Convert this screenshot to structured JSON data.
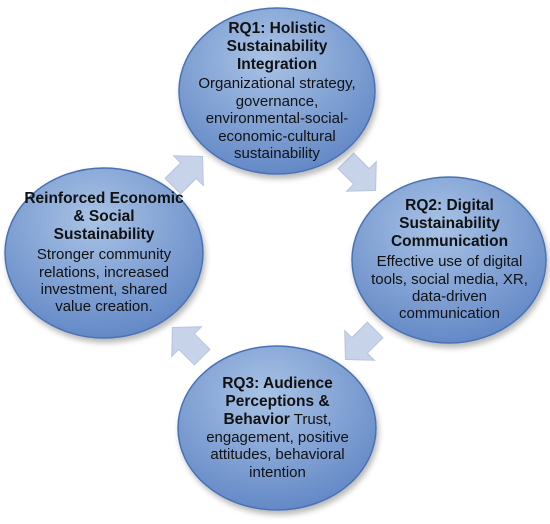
{
  "diagram": {
    "nodes": [
      {
        "id": "rq1",
        "title": "RQ1: Holistic Sustainability Integration",
        "body": "Organizational strategy, governance, environmental-social-economic-cultural sustainability"
      },
      {
        "id": "rq2",
        "title": "RQ2: Digital Sustainability Communication",
        "body": "Effective use of digital tools, social media, XR, data-driven communication"
      },
      {
        "id": "rq3",
        "title": "RQ3: Audience Perceptions & Behavior",
        "body": "Trust, engagement, positive attitudes, behavioral intention"
      },
      {
        "id": "reinforced",
        "title": "Reinforced Economic & Social Sustainability",
        "body": "Stronger community relations, increased investment, shared value creation."
      }
    ],
    "edges": [
      {
        "from": "rq1",
        "to": "rq2"
      },
      {
        "from": "rq2",
        "to": "rq3"
      },
      {
        "from": "rq3",
        "to": "reinforced"
      },
      {
        "from": "reinforced",
        "to": "rq1"
      }
    ],
    "colors": {
      "node_fill_light": "#a9c3e6",
      "node_fill_dark": "#5f85c4",
      "node_stroke": "#4a72b3",
      "arrow_fill": "#c7d3e9",
      "text": "#111111"
    }
  }
}
